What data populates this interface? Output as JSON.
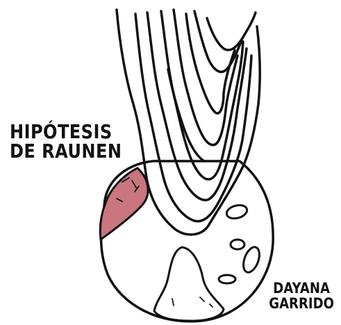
{
  "title": {
    "line1": "HIPÓTESIS",
    "line2": "DE RAUNEN"
  },
  "author": {
    "line1": "DAYANA",
    "line2": "GARRIDO"
  },
  "colors": {
    "ink": "#111111",
    "background": "#ffffff",
    "highlight": "#c9767f"
  }
}
